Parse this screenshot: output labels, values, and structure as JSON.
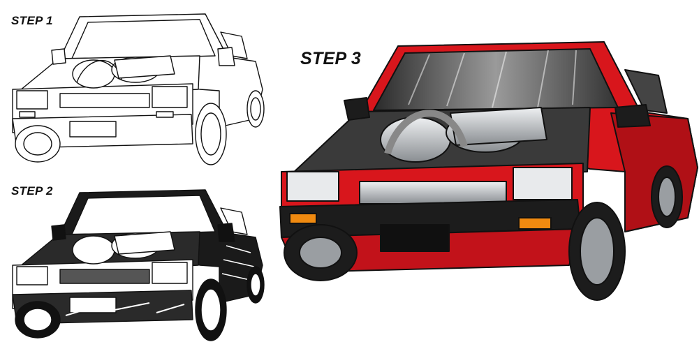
{
  "steps": [
    {
      "label": "STEP 1",
      "stage": "line-art"
    },
    {
      "label": "STEP 2",
      "stage": "ink-shading"
    },
    {
      "label": "STEP 3",
      "stage": "full-color"
    }
  ],
  "colors": {
    "paint_red": "#d8161c",
    "paint_dark": "#7a0a0e",
    "chrome": "#bfc3c7",
    "ink": "#111111",
    "tire": "#1c1c1c",
    "signal_amber": "#f08a10"
  }
}
